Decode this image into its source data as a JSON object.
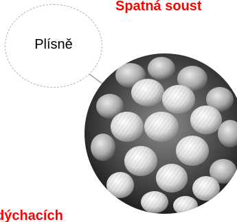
{
  "headings": {
    "top": "Špatná soust",
    "bottom": "dýchacích"
  },
  "bubble": {
    "label": "Plísně"
  },
  "photo": {
    "subject": "mold spores micrograph"
  },
  "colors": {
    "accent": "#ff0000",
    "dashed_outline": "#b0b0b0",
    "connector": "#a0a0a0"
  }
}
